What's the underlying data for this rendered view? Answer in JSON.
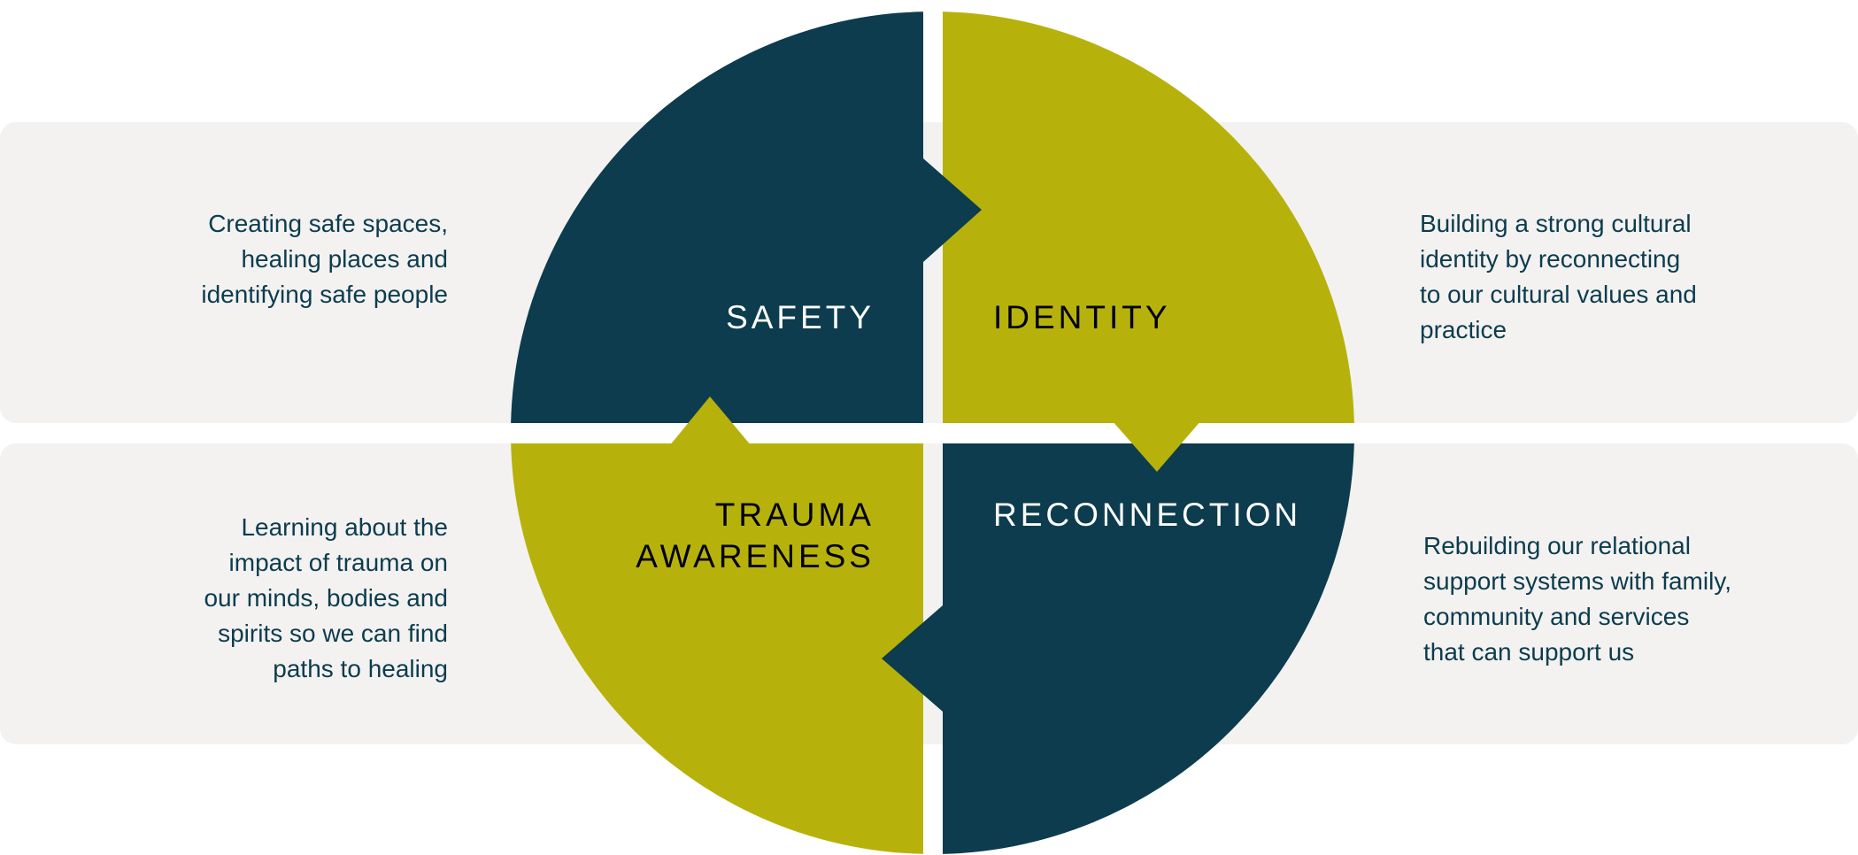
{
  "colors": {
    "dark": "#0c3c4e",
    "olive": "#b7b20b",
    "band": "#f3f2f1",
    "text": "#0c3c4e"
  },
  "quadrants": {
    "safety": {
      "label": [
        "SAFETY"
      ],
      "description": [
        "Creating safe spaces,",
        "healing places and",
        "identifying safe people"
      ]
    },
    "identity": {
      "label": [
        "IDENTITY"
      ],
      "description": [
        "Building a strong cultural",
        "identity by reconnecting",
        "to our cultural values and",
        "practice"
      ]
    },
    "trauma_awareness": {
      "label": [
        "TRAUMA",
        "AWARENESS"
      ],
      "description": [
        "Learning about the",
        "impact of trauma on",
        "our minds, bodies and",
        "spirits so we can find",
        "paths to healing"
      ]
    },
    "reconnection": {
      "label": [
        "RECONNECTION"
      ],
      "description": [
        "Rebuilding our relational",
        "support systems with family,",
        "community and services",
        "that can support us"
      ]
    }
  }
}
